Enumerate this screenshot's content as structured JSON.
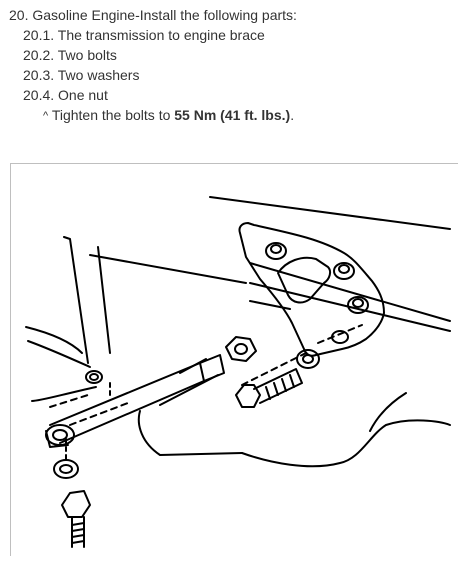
{
  "step": {
    "title": "20. Gasoline Engine-Install the following parts:",
    "items": [
      "20.1. The transmission to engine brace",
      "20.2. Two bolts",
      "20.3. Two washers",
      "20.4. One nut"
    ],
    "note": {
      "caret": "^",
      "prefix": "Tighten the bolts to ",
      "torque": "55 Nm (41 ft. lbs.)",
      "suffix": "."
    }
  },
  "colors": {
    "text": "#333333",
    "line_art": "#000000",
    "frame": "#bfbfbf"
  }
}
